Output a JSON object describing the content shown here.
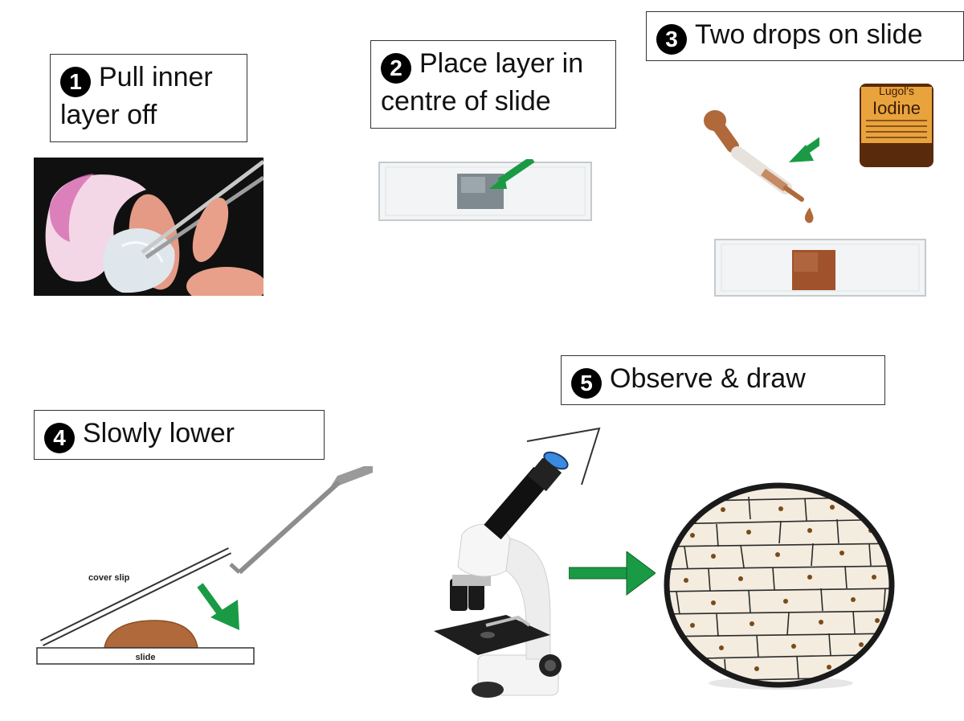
{
  "steps": [
    {
      "number": "1",
      "text_line1": "Pull inner",
      "text_line2": "layer off"
    },
    {
      "number": "2",
      "text_line1": "Place layer in",
      "text_line2": "centre of slide"
    },
    {
      "number": "3",
      "text": "Two drops on slide"
    },
    {
      "number": "4",
      "text": "Slowly lower"
    },
    {
      "number": "5",
      "text": "Observe & draw"
    }
  ],
  "diagram_labels": {
    "cover_slip": "cover slip",
    "slide": "slide"
  },
  "bottle": {
    "label_top": "Lugol's",
    "label_main": "Iodine"
  },
  "colors": {
    "arrow_green": "#1a9a44",
    "iodine_brown": "#b0693a",
    "stain_brown": "#a0522d"
  }
}
